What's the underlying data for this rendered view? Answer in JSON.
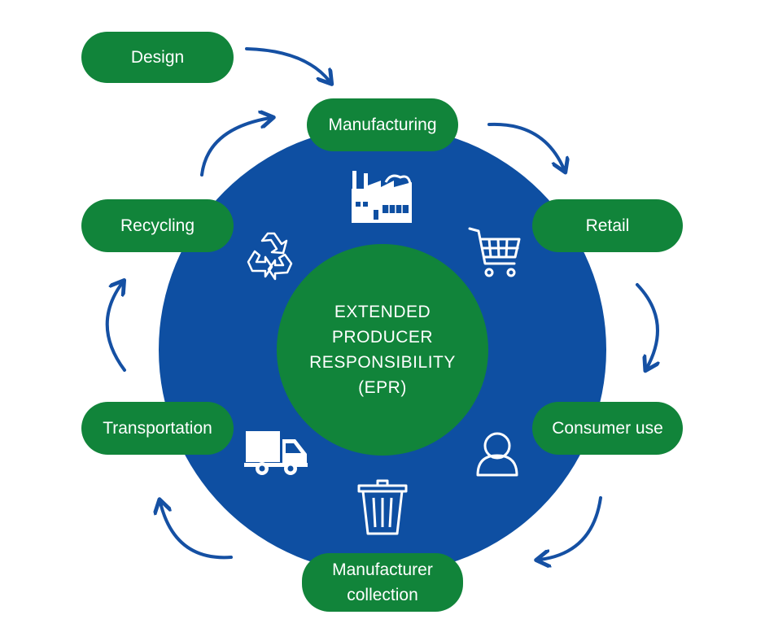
{
  "colors": {
    "ring": "#0e4fa2",
    "green": "#11843a",
    "arrow": "#1550a3",
    "icon": "#ffffff"
  },
  "center": {
    "lines": [
      "EXTENDED",
      "PRODUCER",
      "RESPONSIBILITY",
      "(EPR)"
    ]
  },
  "stages": {
    "design": "Design",
    "manufacturing": "Manufacturing",
    "retail": "Retail",
    "consumer_use": "Consumer use",
    "collection_line1": "Manufacturer",
    "collection_line2": "collection",
    "transportation": "Transportation",
    "recycling": "Recycling"
  },
  "icons": [
    "factory-icon",
    "shopping-cart-icon",
    "person-icon",
    "trash-can-icon",
    "truck-icon",
    "recycle-icon"
  ]
}
